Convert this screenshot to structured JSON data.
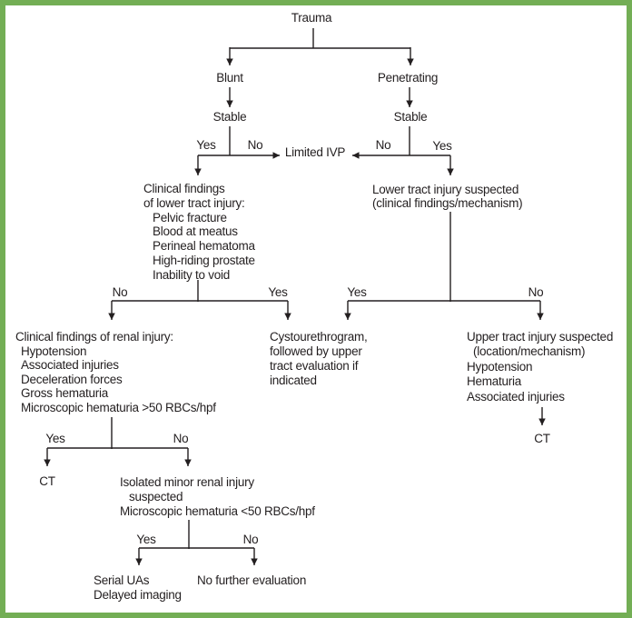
{
  "figure": {
    "border_color": "#73ae55",
    "line_color": "#231f20",
    "text_color": "#231f20",
    "nodes": {
      "trauma": "Trauma",
      "blunt": "Blunt",
      "penetrating": "Penetrating",
      "stable_blunt": "Stable",
      "stable_pen": "Stable",
      "limited_ivp": "Limited IVP",
      "lower_findings": {
        "l1": "Clinical findings",
        "l2": "of lower tract injury:",
        "items": [
          "Pelvic fracture",
          "Blood at meatus",
          "Perineal hematoma",
          "High-riding prostate",
          "Inability to void"
        ]
      },
      "lower_suspected": {
        "l1": "Lower tract injury suspected",
        "l2": "(clinical findings/mechanism)"
      },
      "renal_findings": {
        "l1": "Clinical findings of renal injury:",
        "items": [
          "Hypotension",
          "Associated injuries",
          "Deceleration forces",
          "Gross hematuria",
          "Microscopic hematuria >50 RBCs/hpf"
        ]
      },
      "cysto": {
        "l1": "Cystourethrogram,",
        "l2": "followed by upper",
        "l3": "tract evaluation if",
        "l4": "indicated"
      },
      "upper_suspected": {
        "l1": "Upper tract injury suspected",
        "l2": "(location/mechanism)",
        "l3": "Hypotension",
        "l4": "Hematuria",
        "l5": "Associated injuries"
      },
      "ct_upper": "CT",
      "ct_renal": "CT",
      "isolated": {
        "l1": "Isolated minor renal injury",
        "l2": "suspected",
        "l3": "Microscopic hematuria <50 RBCs/hpf"
      },
      "serial": {
        "l1": "Serial UAs",
        "l2": "Delayed imaging"
      },
      "no_further": "No further evaluation"
    },
    "labels": {
      "blunt_yes": "Yes",
      "blunt_no": "No",
      "pen_no": "No",
      "pen_yes": "Yes",
      "lower_no": "No",
      "lower_yes": "Yes",
      "upper_yes": "Yes",
      "upper_no": "No",
      "renal_yes": "Yes",
      "renal_no": "No",
      "minor_yes": "Yes",
      "minor_no": "No"
    }
  }
}
